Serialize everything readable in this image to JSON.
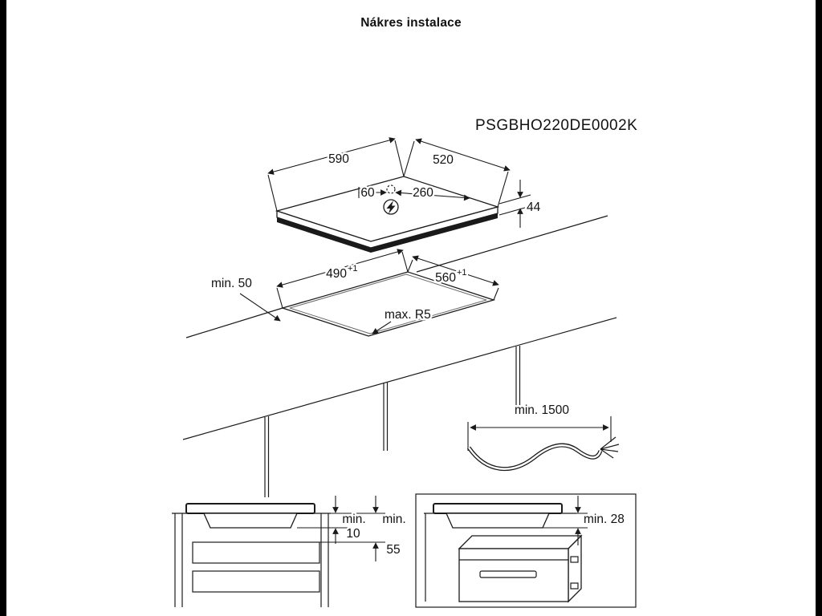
{
  "title": "Nákres instalace",
  "model": "PSGBHO220DE0002K",
  "hob": {
    "width": "590",
    "depth": "520",
    "conn_left": "60",
    "conn_right": "260",
    "thickness": "44"
  },
  "cutout": {
    "width": "490",
    "width_tol": "+1",
    "depth": "560",
    "depth_tol": "+1",
    "edge_clearance": "min. 50",
    "corner_radius": "max. R5"
  },
  "cable": {
    "length": "min. 1500"
  },
  "drawer_clearance": {
    "label1": "min.",
    "value1": "10",
    "label2": "min.",
    "value2": "55"
  },
  "oven_clearance": {
    "label": "min. 28"
  }
}
